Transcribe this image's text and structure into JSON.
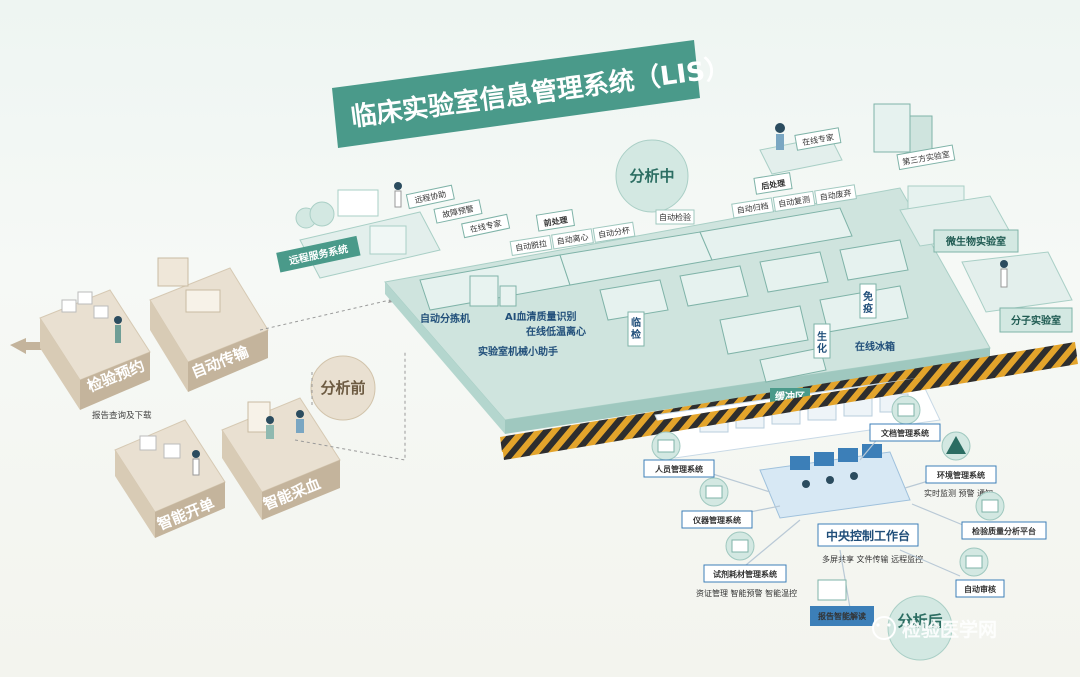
{
  "title": "临床实验室信息管理系统（LIS）",
  "hubs": {
    "pre": "分析前",
    "mid": "分析中",
    "post": "分析后"
  },
  "pre_analysis": {
    "steps": [
      "检验预约",
      "自动传输",
      "智能开单",
      "智能采血"
    ],
    "note": "报告查询及下载"
  },
  "remote": {
    "system": "远程服务系统",
    "items": [
      "远程协助",
      "故障预警",
      "在线专家"
    ]
  },
  "analysis": {
    "pre_process": "前处理",
    "pre_process_items": [
      "自动脱拉",
      "自动离心",
      "自动分杯"
    ],
    "auto_check": "自动检验",
    "post_process": "后处理",
    "post_process_items": [
      "自动归档",
      "自动复测",
      "自动废弃"
    ],
    "online_expert": "在线专家",
    "third_party_lab": "第三方实验室",
    "micro_lab": "微生物实验室",
    "molecular_lab": "分子实验室",
    "floor_labels": [
      "自动分拣机",
      "AI血清质量识别",
      "在线低温离心",
      "实验室机械小助手",
      "在线冰箱"
    ],
    "vertical_labels": [
      "临检",
      "生化",
      "免疫"
    ]
  },
  "buffer": "缓冲区",
  "post_analysis": {
    "modules": {
      "personnel": "人员管理系统",
      "instrument": "仪器管理系统",
      "reagent": "试剂耗材管理系统",
      "document": "文档管理系统",
      "environment": "环境管理系统",
      "quality": "检验质量分析平台",
      "auto_review": "自动审核",
      "smart_report": "报告智能解读"
    },
    "reagent_features": "资证管理  智能预警  智能温控",
    "environment_features": "实时监测  预警  通知",
    "central": "中央控制工作台",
    "central_features": "多屏共享  文件传输  远程监控"
  },
  "watermark": "检验医学网",
  "colors": {
    "teal": "#4a9a8a",
    "teal_light": "#d3e8e2",
    "beige": "#c4b49c",
    "beige_light": "#e9e0d1",
    "navy": "#214f7a",
    "blue_box": "#3c7fb8"
  }
}
